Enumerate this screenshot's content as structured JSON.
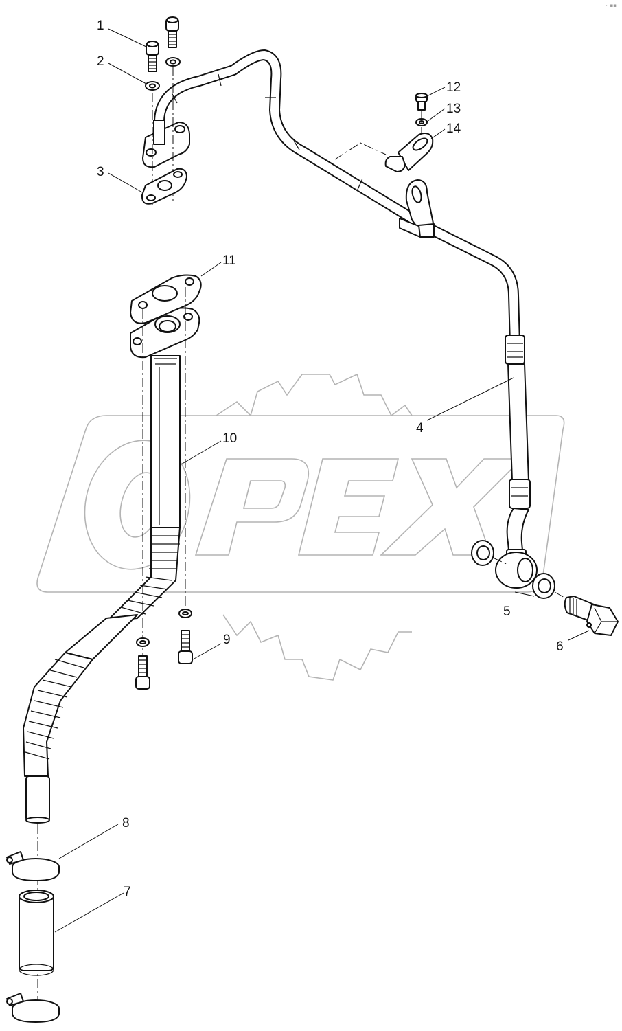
{
  "diagram": {
    "type": "exploded-parts-view",
    "subject": "Turbocharger oil supply and drain lines",
    "watermark": {
      "text": "OPEX",
      "color": "#b4b4b4"
    },
    "corner_mark": "⌐▪▪",
    "line_color": "#111111",
    "background": "#ffffff"
  },
  "callouts": [
    {
      "id": "1",
      "label": "1",
      "part": "socket-head-cap-screw"
    },
    {
      "id": "2",
      "label": "2",
      "part": "lock-washer"
    },
    {
      "id": "3",
      "label": "3",
      "part": "flange-gasket-upper"
    },
    {
      "id": "4",
      "label": "4",
      "part": "oil-supply-pipe"
    },
    {
      "id": "5",
      "label": "5",
      "part": "sealing-washer"
    },
    {
      "id": "6",
      "label": "6",
      "part": "banjo-bolt"
    },
    {
      "id": "7",
      "label": "7",
      "part": "hose-sleeve"
    },
    {
      "id": "8",
      "label": "8",
      "part": "hose-clamp"
    },
    {
      "id": "9",
      "label": "9",
      "part": "socket-head-cap-screw"
    },
    {
      "id": "10",
      "label": "10",
      "part": "oil-drain-pipe"
    },
    {
      "id": "11",
      "label": "11",
      "part": "flange-gasket-lower"
    },
    {
      "id": "12",
      "label": "12",
      "part": "hex-bolt"
    },
    {
      "id": "13",
      "label": "13",
      "part": "washer"
    },
    {
      "id": "14",
      "label": "14",
      "part": "p-clip"
    }
  ]
}
